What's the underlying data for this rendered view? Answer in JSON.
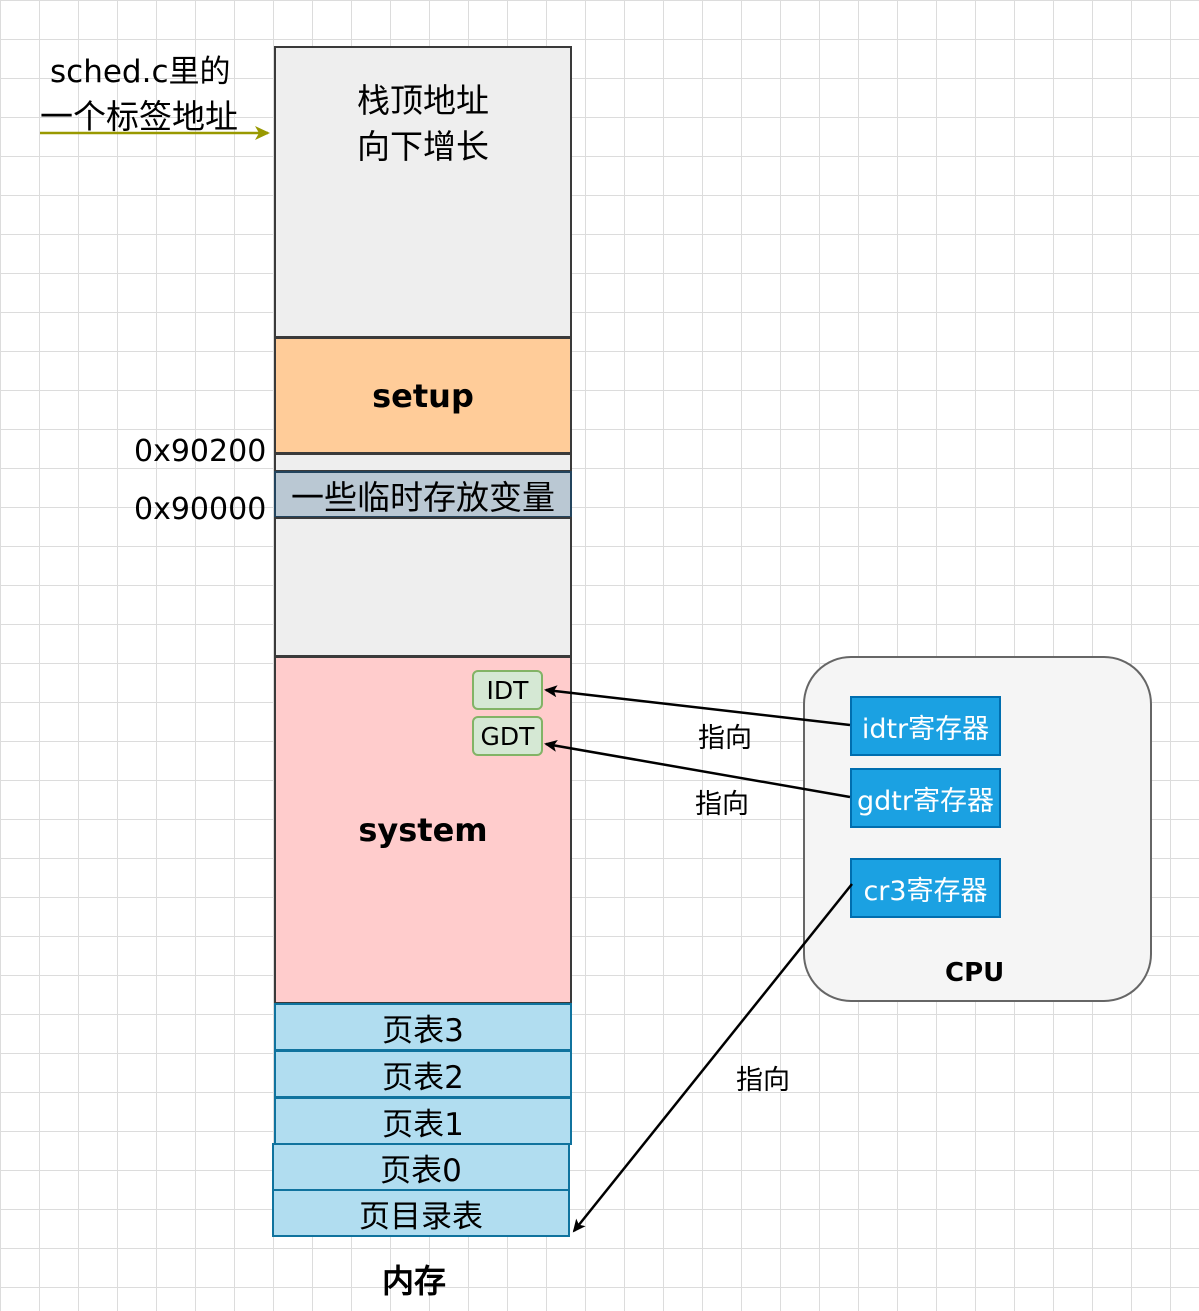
{
  "memory": {
    "title": "内存",
    "stack_top_line1": "栈顶地址",
    "stack_top_line2": "向下增长",
    "setup": "setup",
    "temp_vars": "一些临时存放变量",
    "system": "system",
    "page_tables": [
      "页表3",
      "页表2",
      "页表1",
      "页表0"
    ],
    "page_directory": "页目录表",
    "idt": "IDT",
    "gdt": "GDT"
  },
  "addresses": {
    "addr_90200": "0x90200",
    "addr_90000": "0x90000"
  },
  "sched_label": {
    "line1": "sched.c里的",
    "line2": "一个标签地址"
  },
  "cpu": {
    "title": "CPU",
    "idtr": "idtr寄存器",
    "gdtr": "gdtr寄存器",
    "cr3": "cr3寄存器"
  },
  "arrows": {
    "idtr_to_idt": "指向",
    "gdtr_to_gdt": "指向",
    "cr3_to_pagedir": "指向"
  },
  "colors": {
    "stack_fill": "#eeeeee",
    "setup_fill": "#ffcc99",
    "temp_fill": "#bac8d3",
    "system_fill": "#ffcccc",
    "pagetable_fill": "#b1ddf0",
    "register_fill": "#1ba1e2",
    "tag_fill": "#d5e8d4",
    "sched_arrow": "#999900"
  }
}
